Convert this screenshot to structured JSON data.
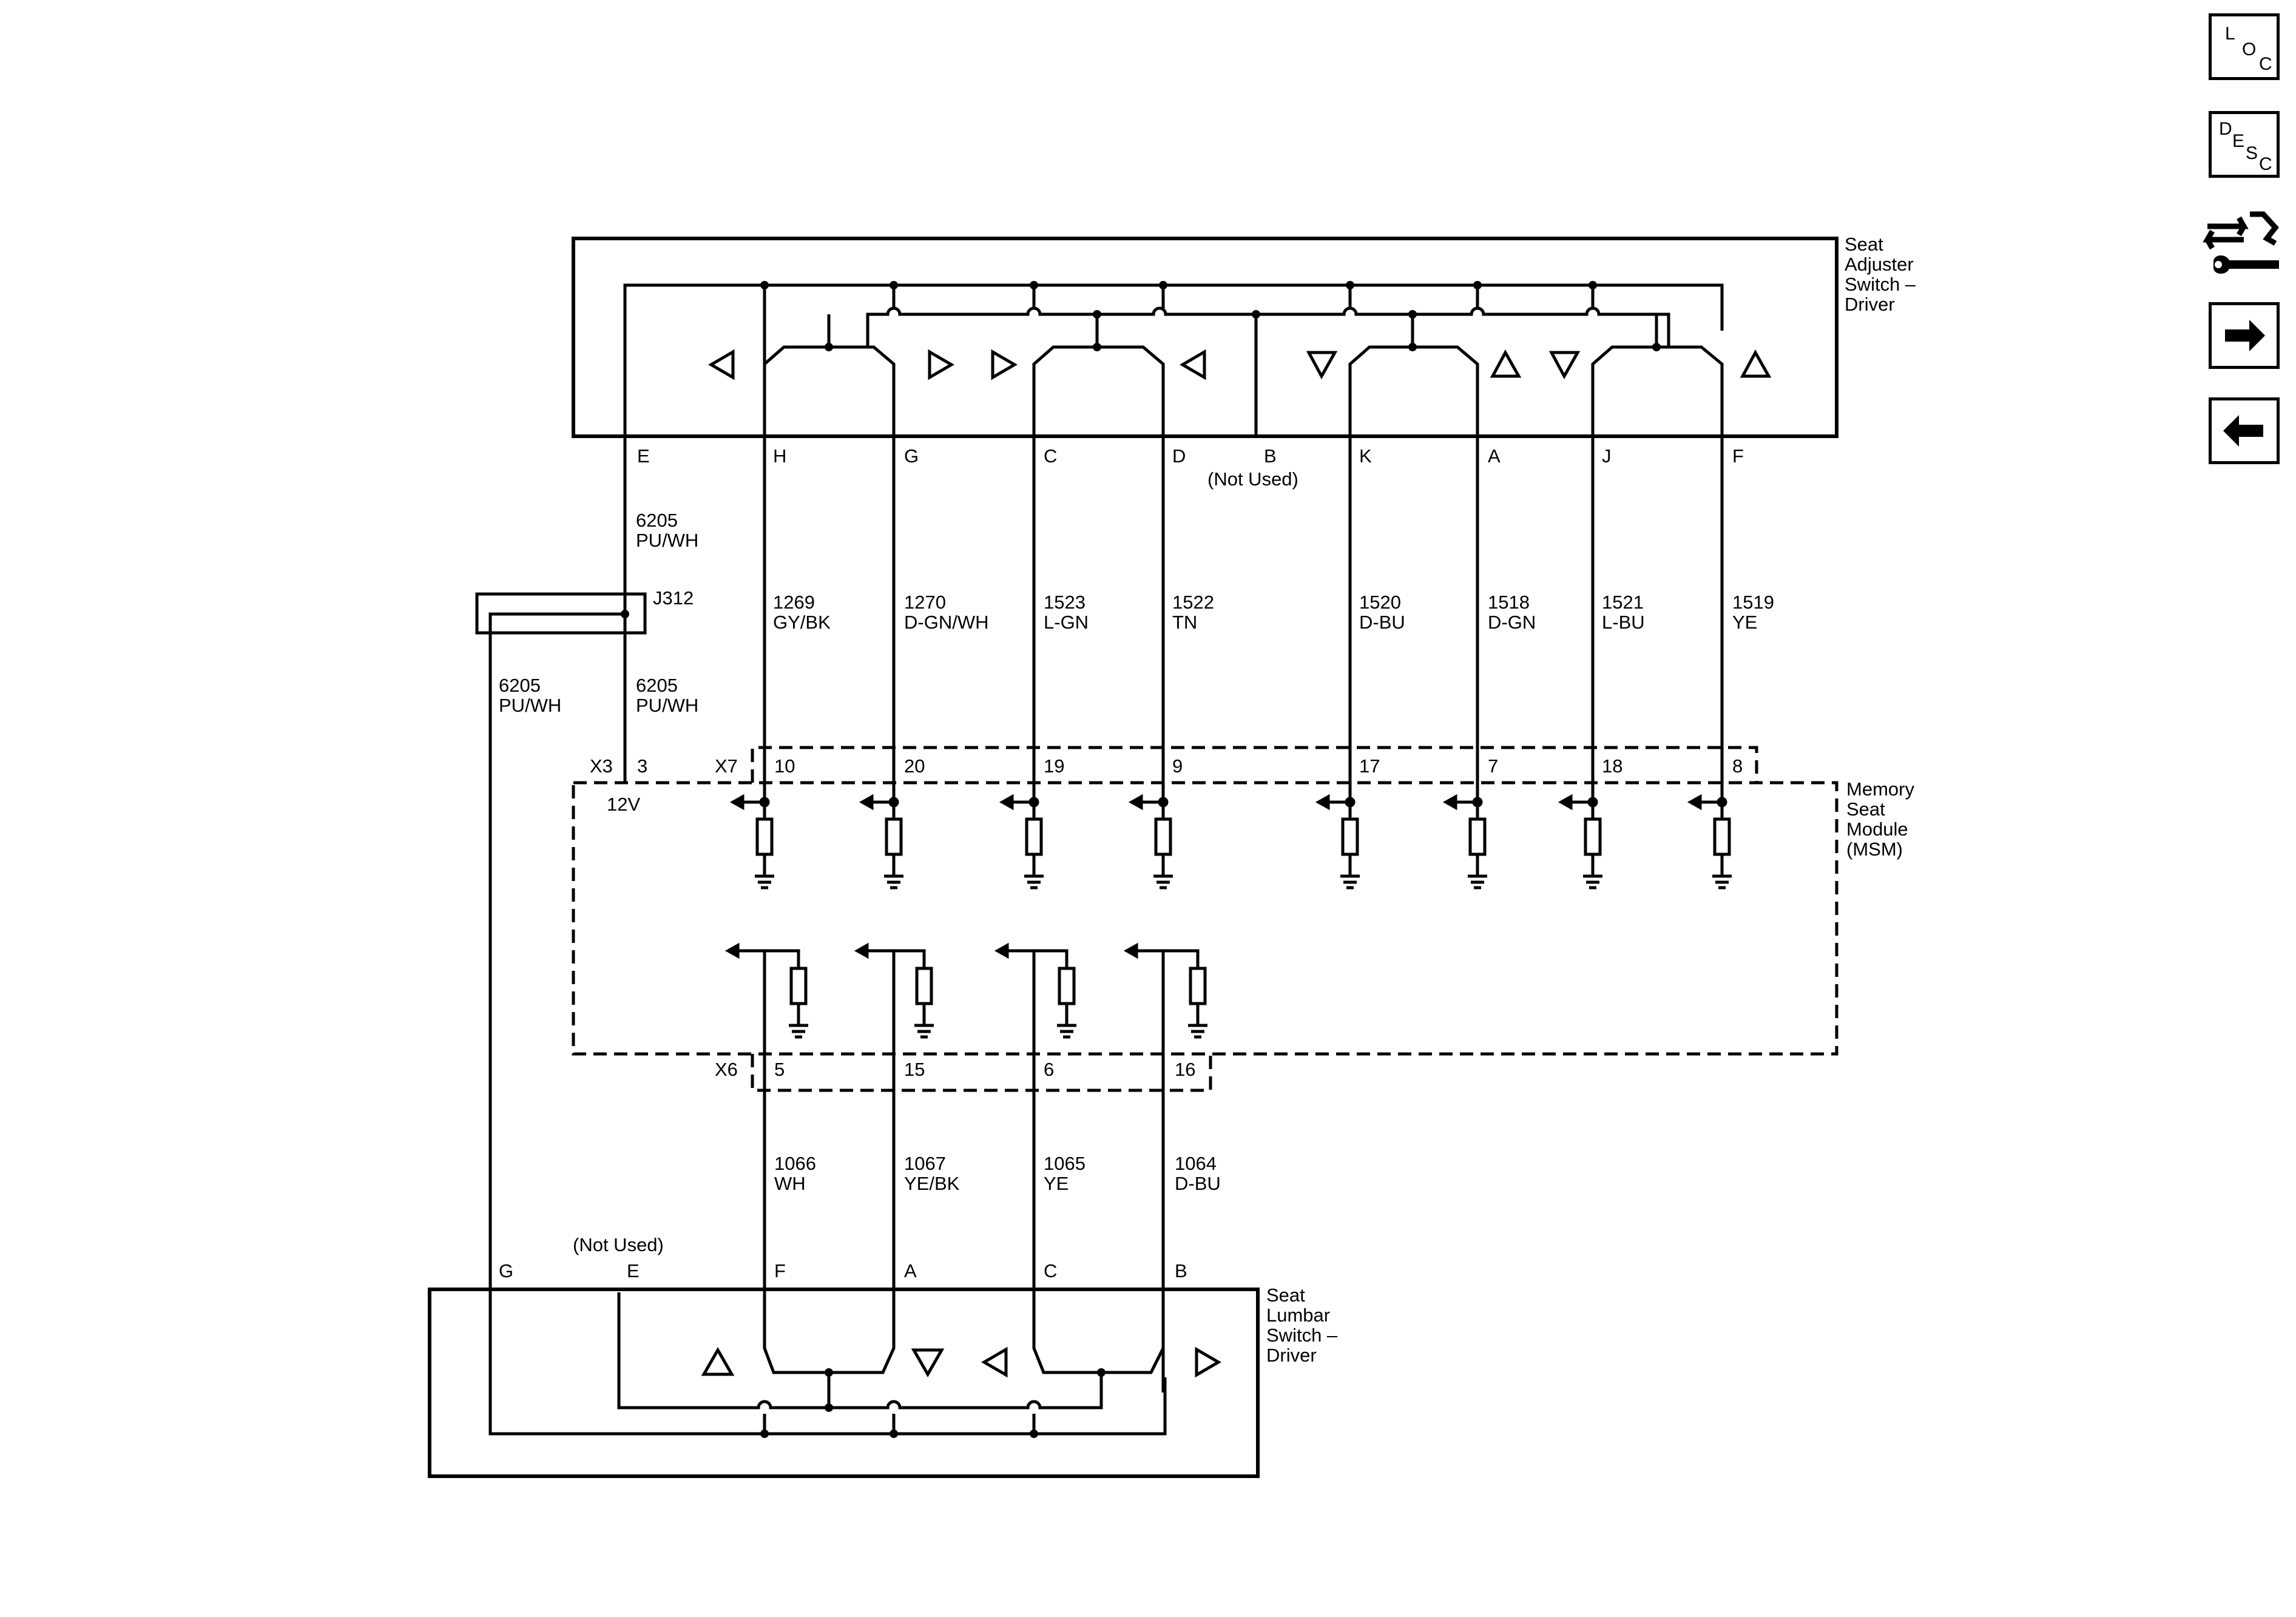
{
  "labels": {
    "seat_adjuster": [
      "Seat",
      "Adjuster",
      "Switch –",
      "Driver"
    ],
    "msm": [
      "Memory",
      "Seat",
      "Module",
      "(MSM)"
    ],
    "seat_lumbar": [
      "Seat",
      "Lumbar",
      "Switch –",
      "Driver"
    ],
    "not_used": "(Not Used)",
    "splice": "J312",
    "x3": "X3",
    "x7": "X7",
    "x6": "X6",
    "voltage": "12V"
  },
  "adjuster_pins": [
    {
      "letter": "E",
      "circuit": "6205",
      "color": "PU/WH"
    },
    {
      "letter": "H",
      "circuit": "1269",
      "color": "GY/BK",
      "msm_pin": "10"
    },
    {
      "letter": "G",
      "circuit": "1270",
      "color": "D-GN/WH",
      "msm_pin": "20"
    },
    {
      "letter": "C",
      "circuit": "1523",
      "color": "L-GN",
      "msm_pin": "19"
    },
    {
      "letter": "D",
      "circuit": "1522",
      "color": "TN",
      "msm_pin": "9"
    },
    {
      "letter": "B"
    },
    {
      "letter": "K",
      "circuit": "1520",
      "color": "D-BU",
      "msm_pin": "17"
    },
    {
      "letter": "A",
      "circuit": "1518",
      "color": "D-GN",
      "msm_pin": "7"
    },
    {
      "letter": "J",
      "circuit": "1521",
      "color": "L-BU",
      "msm_pin": "18"
    },
    {
      "letter": "F",
      "circuit": "1519",
      "color": "YE",
      "msm_pin": "8"
    }
  ],
  "x3_pin": "3",
  "lower_wires": [
    {
      "msm_pin": "5",
      "circuit": "1066",
      "color": "WH",
      "letter": "F"
    },
    {
      "msm_pin": "15",
      "circuit": "1067",
      "color": "YE/BK",
      "letter": "A"
    },
    {
      "msm_pin": "6",
      "circuit": "1065",
      "color": "YE",
      "letter": "C"
    },
    {
      "msm_pin": "16",
      "circuit": "1064",
      "color": "D-BU",
      "letter": "B"
    }
  ],
  "lumbar_pins_extra": [
    {
      "letter": "G"
    },
    {
      "letter": "E"
    }
  ],
  "splice_left_wire": {
    "circuit": "6205",
    "color": "PU/WH"
  },
  "splice_below_wire": {
    "circuit": "6205",
    "color": "PU/WH"
  },
  "nav": {
    "loc": [
      "L",
      "O",
      "C"
    ],
    "desc": [
      "D",
      "E",
      "S",
      "C"
    ],
    "icons": [
      "connector-repair-icon",
      "arrow-right-icon",
      "arrow-left-icon"
    ]
  }
}
